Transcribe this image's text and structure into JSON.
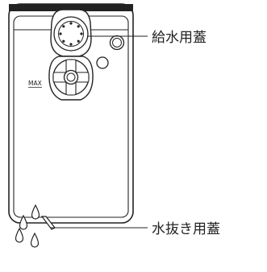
{
  "labels": {
    "fill_lid": "給水用蓋",
    "drain_lid": "水抜き用蓋",
    "max_marking": "MAX"
  },
  "colors": {
    "stroke": "#222222",
    "background": "#ffffff"
  }
}
